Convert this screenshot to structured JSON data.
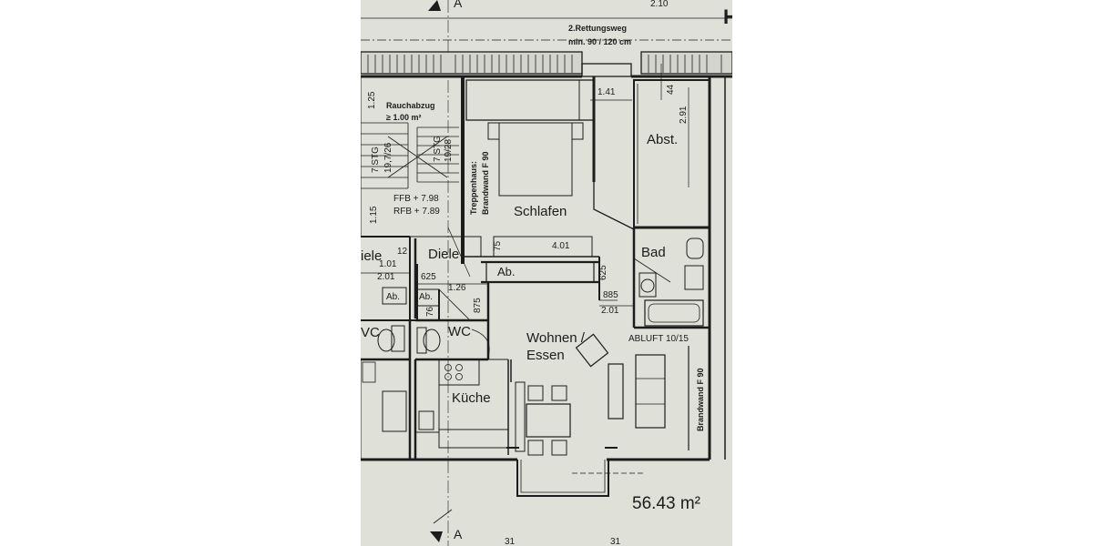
{
  "header": {
    "rescue_route_title": "2.Rettungsweg",
    "rescue_route_width": "min. 90 / 120 cm",
    "top_dim": "2.10",
    "top_right_letter": "H",
    "section_marker_top": "A",
    "section_marker_bottom": "A"
  },
  "rooms": {
    "schlafen": "Schlafen",
    "abst": "Abst.",
    "bad": "Bad",
    "diele_main": "Diele",
    "diele_left": "iele",
    "wc_main": "WC",
    "wc_left": "VC",
    "wohnen": "Wohnen /",
    "essen": "Essen",
    "kueche": "Küche",
    "ab_main": "Ab.",
    "ab_left": "Ab.",
    "ab_mid": "Ab."
  },
  "annotations": {
    "rauchabzug": "Rauchabzug",
    "rauchabzug_area": "≥ 1.00 m²",
    "treppenhaus": "Treppenhaus:",
    "brandwand_f90": "Brandwand F 90",
    "brandwand_f90_right": "Brandwand F 90",
    "abluft": "ABLUFT 10/15",
    "ffb": "FFB + 7.98",
    "rfb": "RFB + 7.89",
    "stair_a": "7 STG",
    "stair_a_ratio": "19,7/26",
    "stair_b": "7 STG",
    "stair_b_ratio": "19/28",
    "total_area": "56.43 m²"
  },
  "dimensions": {
    "d_141": "1.41",
    "d_291": "2.91",
    "d_44": "44",
    "d_125": "1.25",
    "d_115": "1.15",
    "d_75": "75",
    "d_401": "4.01",
    "d_625_right": "625",
    "d_12": "12",
    "d_101": "1.01",
    "d_201_left": "2.01",
    "d_625_mid": "625",
    "d_126": "1.26",
    "d_875": "875",
    "d_76": "76",
    "d_885": "885",
    "d_201_right": "2.01",
    "bottom_31a": "31",
    "bottom_31b": "31"
  },
  "colors": {
    "paper": "#dfe0d8",
    "ink": "#1c1c1c",
    "wall_fill": "#c8c9c1"
  }
}
